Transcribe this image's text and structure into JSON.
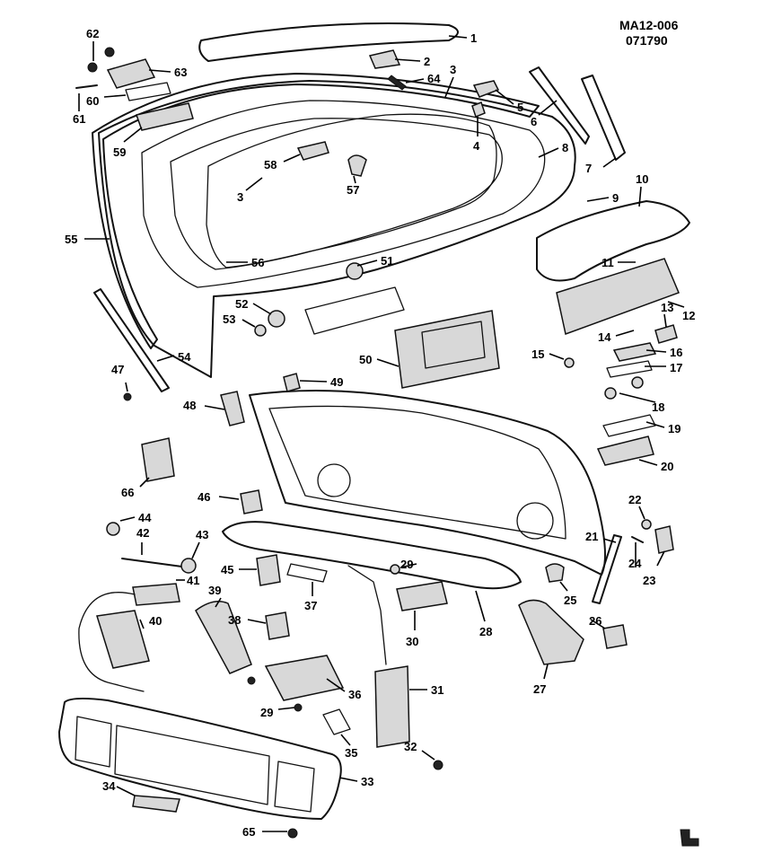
{
  "header": {
    "code": "MA12-006",
    "date": "071790"
  },
  "callouts": [
    {
      "label": "1"
    },
    {
      "label": "2"
    },
    {
      "label": "3"
    },
    {
      "label": "64"
    },
    {
      "label": "5"
    },
    {
      "label": "6"
    },
    {
      "label": "4"
    },
    {
      "label": "8"
    },
    {
      "label": "7"
    },
    {
      "label": "62"
    },
    {
      "label": "63"
    },
    {
      "label": "60"
    },
    {
      "label": "61"
    },
    {
      "label": "59"
    },
    {
      "label": "58"
    },
    {
      "label": "57"
    },
    {
      "label": "3"
    },
    {
      "label": "10"
    },
    {
      "label": "9"
    },
    {
      "label": "55"
    },
    {
      "label": "56"
    },
    {
      "label": "51"
    },
    {
      "label": "11"
    },
    {
      "label": "12"
    },
    {
      "label": "52"
    },
    {
      "label": "53"
    },
    {
      "label": "13"
    },
    {
      "label": "14"
    },
    {
      "label": "54"
    },
    {
      "label": "50"
    },
    {
      "label": "15"
    },
    {
      "label": "16"
    },
    {
      "label": "17"
    },
    {
      "label": "47"
    },
    {
      "label": "49"
    },
    {
      "label": "18"
    },
    {
      "label": "48"
    },
    {
      "label": "19"
    },
    {
      "label": "20"
    },
    {
      "label": "66"
    },
    {
      "label": "46"
    },
    {
      "label": "22"
    },
    {
      "label": "44"
    },
    {
      "label": "42"
    },
    {
      "label": "43"
    },
    {
      "label": "21"
    },
    {
      "label": "24"
    },
    {
      "label": "23"
    },
    {
      "label": "45"
    },
    {
      "label": "29"
    },
    {
      "label": "41"
    },
    {
      "label": "25"
    },
    {
      "label": "37"
    },
    {
      "label": "39"
    },
    {
      "label": "26"
    },
    {
      "label": "38"
    },
    {
      "label": "28"
    },
    {
      "label": "40"
    },
    {
      "label": "30"
    },
    {
      "label": "36"
    },
    {
      "label": "31"
    },
    {
      "label": "27"
    },
    {
      "label": "29"
    },
    {
      "label": "35"
    },
    {
      "label": "32"
    },
    {
      "label": "33"
    },
    {
      "label": "34"
    },
    {
      "label": "65"
    }
  ]
}
